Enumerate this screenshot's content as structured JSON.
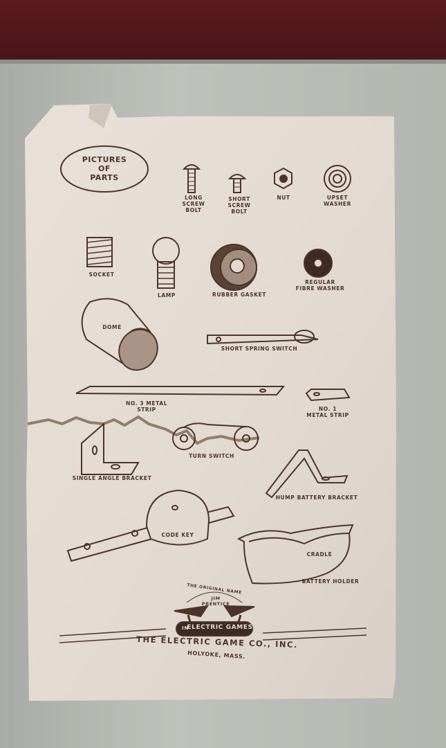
{
  "header": {
    "title_lines": [
      "PICTURES",
      "OF",
      "PARTS"
    ]
  },
  "parts": {
    "long_screw_bolt": [
      "LONG",
      "SCREW",
      "BOLT"
    ],
    "short_screw_bolt": [
      "SHORT",
      "SCREW",
      "BOLT"
    ],
    "nut": "NUT",
    "upset_washer": [
      "UPSET",
      "WASHER"
    ],
    "socket": "SOCKET",
    "lamp": "LAMP",
    "rubber_gasket": "RUBBER GASKET",
    "regular_fibre_washer": [
      "REGULAR",
      "FIBRE WASHER"
    ],
    "dome": "DOME",
    "short_spring_switch": "SHORT SPRING SWITCH",
    "no3_metal_strip": [
      "NO. 3 METAL",
      "STRIP"
    ],
    "no1_metal_strip": [
      "NO. 1",
      "METAL STRIP"
    ],
    "single_angle_bracket": "SINGLE ANGLE BRACKET",
    "turn_switch": "TURN SWITCH",
    "hump_battery_bracket": "HUMP BATTERY BRACKET",
    "code_key": "CODE KEY",
    "cradle": "CRADLE",
    "battery_holder": "BATTERY HOLDER"
  },
  "logo": {
    "arc_text": "THE ORIGINAL NAME",
    "name": [
      "JIM",
      "PRENTICE"
    ],
    "banner": "ELECTRIC GAMES",
    "banner_prefix": "IN"
  },
  "footer": {
    "company": "THE ELECTRIC GAME CO., INC.",
    "location": "HOLYOKE, MASS."
  },
  "colors": {
    "ink": "#4b3429",
    "paper": "#e4dbd2",
    "wall": "#b4b6b1",
    "backdrop": "#4f171a"
  }
}
